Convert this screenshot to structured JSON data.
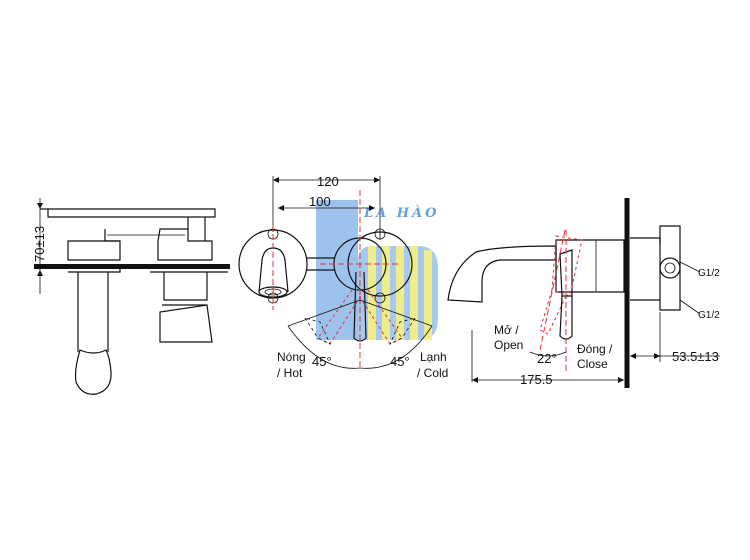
{
  "dimensions": {
    "height_adj": "70±13",
    "width_outer": "120",
    "width_inner": "100",
    "depth_total": "175.5",
    "depth_adj": "53.5±13",
    "angle_hot": "45°",
    "angle_cold": "45°",
    "angle_open": "22°"
  },
  "labels": {
    "hot_vi": "Nóng",
    "hot_en": "/ Hot",
    "cold_vi": "Lạnh",
    "cold_en": "/ Cold",
    "open_vi": "Mở /",
    "open_en": "Open",
    "close_vi": "Đóng /",
    "close_en": "Close",
    "thread_top": "G1/2",
    "thread_bottom": "G1/2"
  },
  "watermark": {
    "text": "LA HÀO",
    "blue": "#7fb0e6",
    "yellow": "#f5ee6a",
    "text_color": "#4a90d9"
  }
}
